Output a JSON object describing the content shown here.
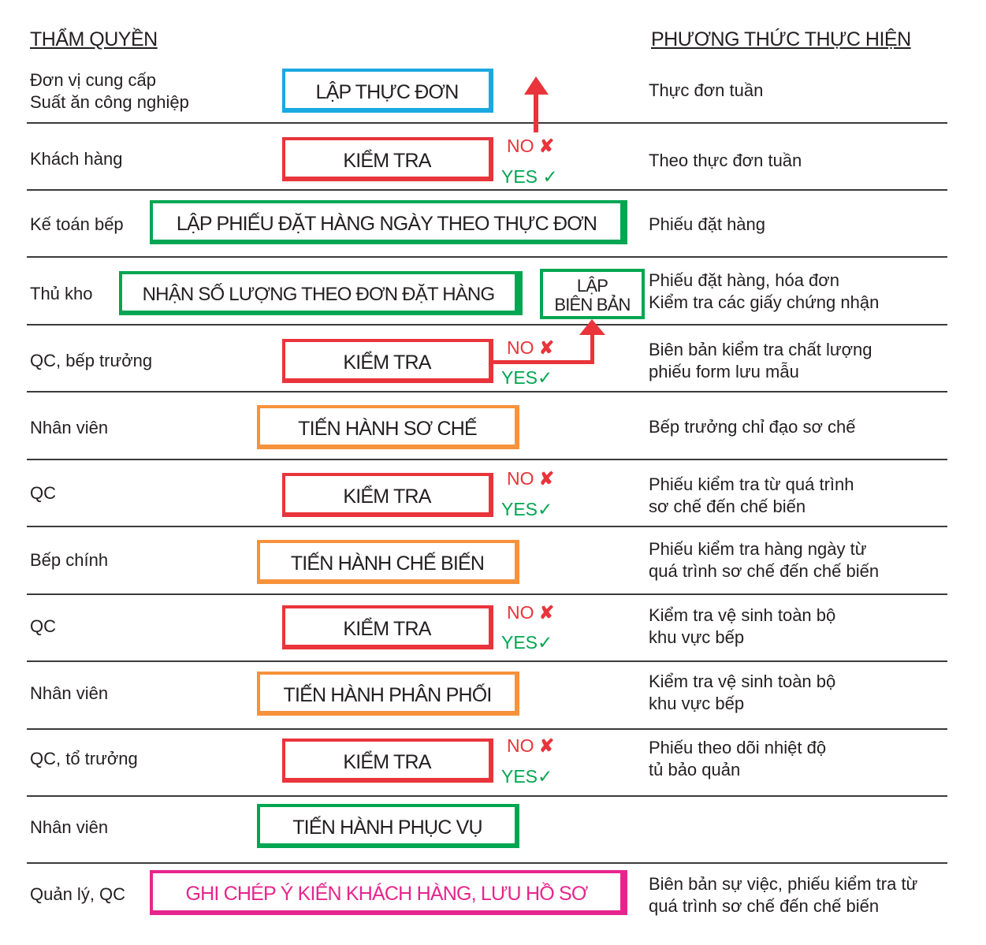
{
  "headers": {
    "authority": "THẨM QUYỀN",
    "method": "PHƯƠNG THỨC THỰC HIỆN"
  },
  "colors": {
    "blue": "#1aa9e1",
    "red": "#e8343a",
    "green": "#00a651",
    "orange": "#f7923a",
    "pink": "#e6258c"
  },
  "decision": {
    "no": "NO",
    "no_icon": "cross-icon",
    "yes": "YES",
    "yes_icon": "check-icon"
  },
  "rows": [
    {
      "role": "Đơn vị cung cấp",
      "role2": "Suất ăn công nghiệp",
      "step": "LẬP THỰC ĐƠN",
      "method": "Thực đơn tuần"
    },
    {
      "role": "Khách hàng",
      "step": "KIỂM TRA",
      "method": "Theo thực đơn tuần"
    },
    {
      "role": "Kế toán bếp",
      "step": "LẬP PHIẾU ĐẶT HÀNG NGÀY THEO THỰC ĐƠN",
      "method": "Phiếu đặt hàng"
    },
    {
      "role": "Thủ kho",
      "step": "NHẬN SỐ LƯỢNG THEO ĐƠN ĐẶT HÀNG",
      "step2a": "LẬP",
      "step2b": "BIÊN BẢN",
      "method": "Phiếu đặt hàng, hóa đơn",
      "method2": "Kiểm tra các giấy chứng nhận"
    },
    {
      "role": "QC, bếp trưởng",
      "step": "KIỂM TRA",
      "method": "Biên bản kiểm tra chất lượng",
      "method2": "phiếu form lưu mẫu"
    },
    {
      "role": "Nhân viên",
      "step": "TIẾN HÀNH SƠ CHẾ",
      "method": "Bếp trưởng chỉ đạo sơ chế"
    },
    {
      "role": "QC",
      "step": "KIỂM TRA",
      "method": "Phiếu kiểm tra từ quá trình",
      "method2": "sơ chế đến chế biến"
    },
    {
      "role": "Bếp chính",
      "step": "TIẾN HÀNH CHẾ BIẾN",
      "method": "Phiếu kiểm tra hàng ngày từ",
      "method2": "quá trình sơ chế đến chế biến"
    },
    {
      "role": "QC",
      "step": "KIỂM TRA",
      "method": "Kiểm tra vệ sinh toàn bộ",
      "method2": "khu vực bếp"
    },
    {
      "role": "Nhân viên",
      "step": "TIẾN HÀNH PHÂN PHỐI",
      "method": "Kiểm tra vệ sinh toàn bộ",
      "method2": "khu vực bếp"
    },
    {
      "role": "QC, tổ trưởng",
      "step": "KIỂM TRA",
      "method": "Phiếu theo dõi nhiệt độ",
      "method2": "tủ bảo quản"
    },
    {
      "role": "Nhân viên",
      "step": "TIẾN HÀNH PHỤC VỤ"
    },
    {
      "role": "Quản lý, QC",
      "step": "GHI CHÉP Ý KIẾN KHÁCH HÀNG, LƯU HỒ SƠ",
      "method": "Biên bản sự việc, phiếu kiểm tra từ",
      "method2": "quá trình sơ chế đến chế biến"
    }
  ]
}
